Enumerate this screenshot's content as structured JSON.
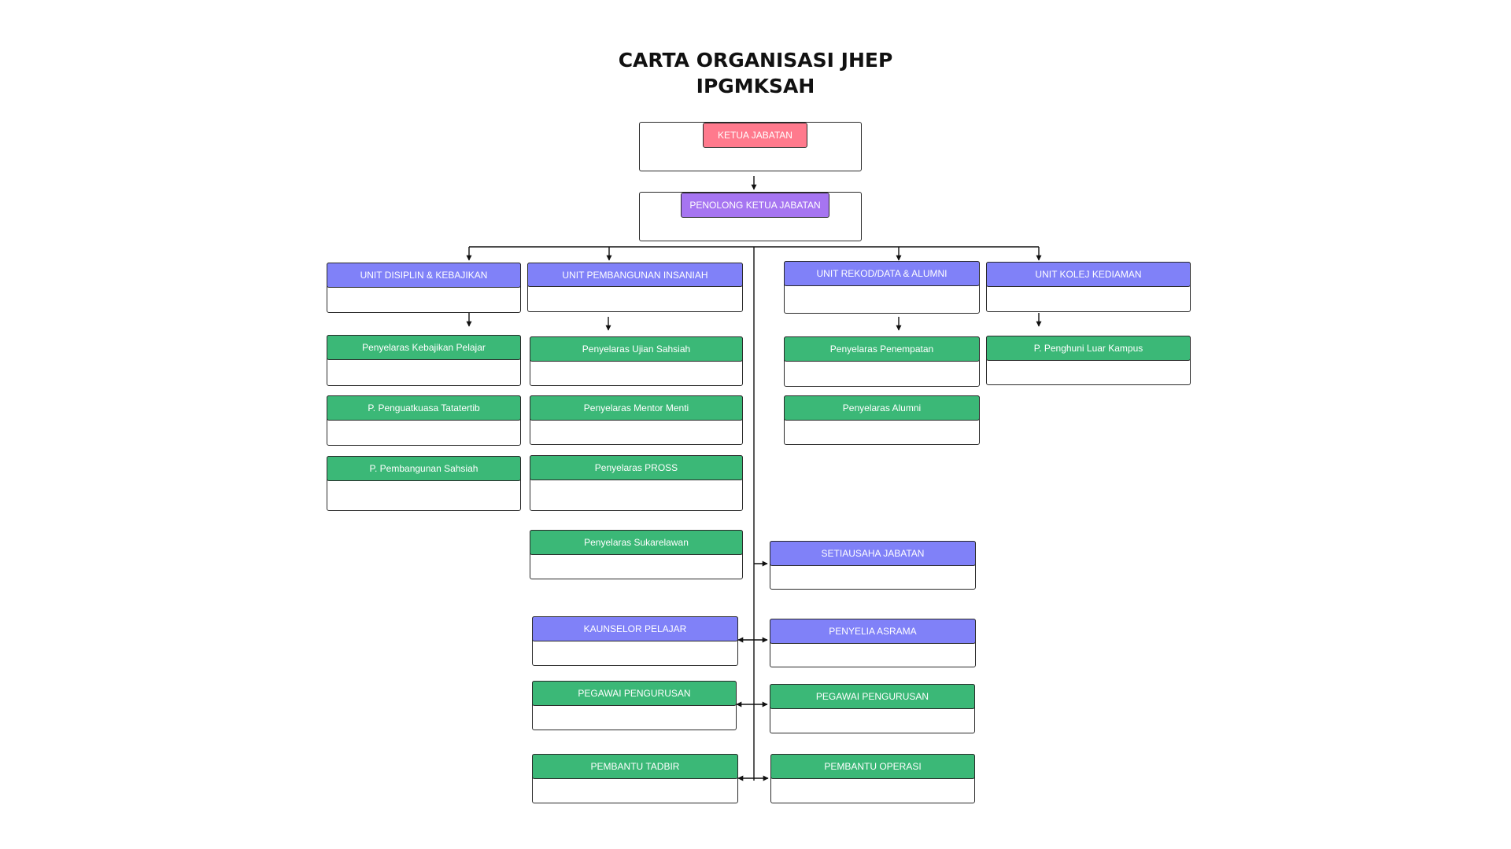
{
  "title": {
    "line1": "CARTA ORGANISASI JHEP",
    "line2": "IPGMKSAH"
  },
  "colors": {
    "head": "#ff7a8d",
    "assistant": "#a675f1",
    "unit": "#8081f8",
    "staff": "#3bb877",
    "line": "#111111"
  },
  "top": {
    "ketua": {
      "label": "KETUA JABATAN"
    },
    "penolong": {
      "label": "PENOLONG KETUA JABATAN"
    }
  },
  "units": {
    "disiplin": {
      "label": "UNIT DISIPLIN & KEBAJIKAN"
    },
    "pembangunan": {
      "label": "UNIT PEMBANGUNAN INSANIAH"
    },
    "rekod": {
      "label": "UNIT REKOD/DATA & ALUMNI"
    },
    "kolej": {
      "label": "UNIT KOLEJ KEDIAMAN"
    }
  },
  "roles": {
    "kebajikan_pelajar": "Penyelaras Kebajikan Pelajar",
    "penguatkuasa": "P. Penguatkuasa Tatatertib",
    "pembangunan_sahsiah": "P. Pembangunan Sahsiah",
    "ujian_sahsiah": "Penyelaras Ujian Sahsiah",
    "mentor_menti": "Penyelaras Mentor Menti",
    "pross": "Penyelaras PROSS",
    "sukarelawan": "Penyelaras Sukarelawan",
    "penempatan": "Penyelaras Penempatan",
    "alumni": "Penyelaras Alumni",
    "penghuni": "P. Penghuni Luar Kampus",
    "setiausaha": "SETIAUSAHA JABATAN",
    "kaunselor": "KAUNSELOR PELAJAR",
    "penyelia_asrama": "PENYELIA ASRAMA",
    "pegawai_kiri": "PEGAWAI PENGURUSAN",
    "pegawai_kanan": "PEGAWAI PENGURUSAN",
    "pembantu_tadbir": "PEMBANTU TADBIR",
    "pembantu_operasi": "PEMBANTU OPERASI"
  }
}
